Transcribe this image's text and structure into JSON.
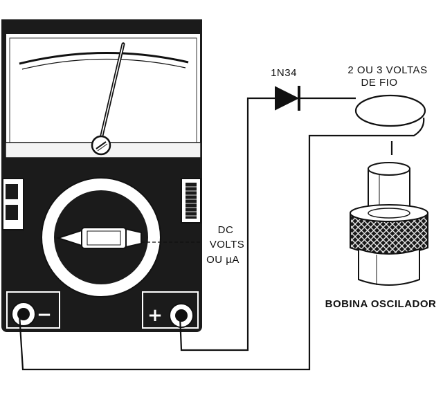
{
  "labels": {
    "diode": "1N34",
    "coil_line1": "2 OU 3 VOLTAS",
    "coil_line2": "DE  FIO",
    "selector_line1": "DC",
    "selector_line2": "VOLTS",
    "selector_line3": "OU µA",
    "component": "BOBINA OSCILADOR",
    "jack_minus": "−",
    "jack_plus": "+"
  },
  "meter": {
    "needle_position": 0.62
  },
  "colors": {
    "ink": "#111111",
    "paper": "#ffffff"
  }
}
